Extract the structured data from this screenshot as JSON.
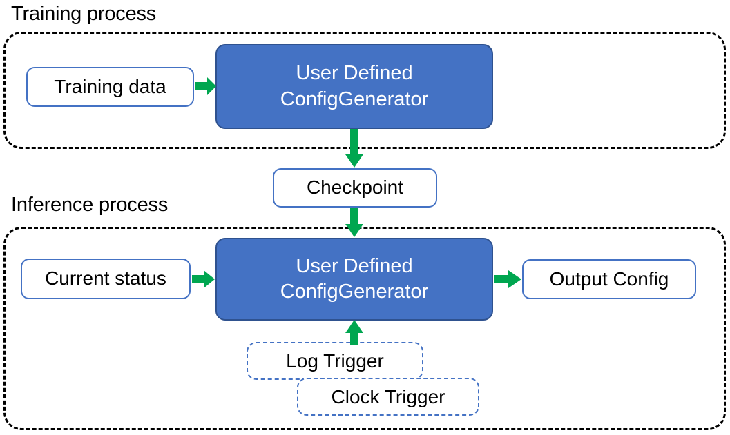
{
  "diagram": {
    "title_training": "Training process",
    "title_inference": "Inference process",
    "nodes": {
      "training_data": "Training data",
      "user_defined_line1": "User Defined",
      "user_defined_line2": "ConfigGenerator",
      "checkpoint": "Checkpoint",
      "current_status": "Current status",
      "output_config": "Output Config",
      "log_trigger": "Log Trigger",
      "clock_trigger": "Clock Trigger"
    },
    "colors": {
      "process_fill": "#4472C4",
      "process_stroke": "#2F528F",
      "node_stroke": "#4472C4",
      "arrow": "#00A650",
      "container_stroke": "#000000",
      "text_dark": "#000000",
      "text_light": "#FFFFFF"
    },
    "edges": [
      {
        "name": "training-data-to-generator",
        "from": "Training data",
        "to": "User Defined ConfigGenerator",
        "direction": "right"
      },
      {
        "name": "generator-to-checkpoint",
        "from": "User Defined ConfigGenerator",
        "to": "Checkpoint",
        "direction": "down"
      },
      {
        "name": "checkpoint-to-generator",
        "from": "Checkpoint",
        "to": "User Defined ConfigGenerator",
        "direction": "down"
      },
      {
        "name": "current-status-to-generator",
        "from": "Current status",
        "to": "User Defined ConfigGenerator",
        "direction": "right"
      },
      {
        "name": "generator-to-output-config",
        "from": "User Defined ConfigGenerator",
        "to": "Output Config",
        "direction": "right"
      },
      {
        "name": "trigger-to-generator",
        "from": "Log Trigger / Clock Trigger",
        "to": "User Defined ConfigGenerator",
        "direction": "up"
      }
    ]
  }
}
